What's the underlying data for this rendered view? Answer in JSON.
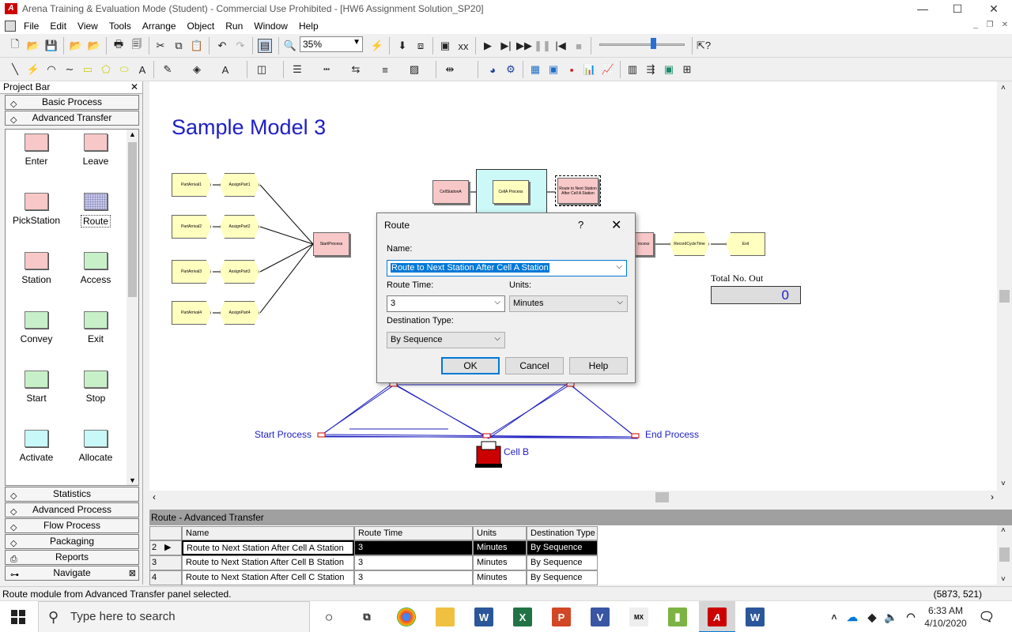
{
  "window": {
    "title": "Arena Training & Evaluation Mode (Student) - Commercial Use Prohibited - [HW6 Assignment Solution_SP20]",
    "app_icon_text": "A",
    "minimize": "—",
    "maximize": "☐",
    "close": "✕"
  },
  "menu": {
    "items": [
      "File",
      "Edit",
      "View",
      "Tools",
      "Arrange",
      "Object",
      "Run",
      "Window",
      "Help"
    ],
    "mdi": [
      "_",
      "❐",
      "✕"
    ]
  },
  "toolbar": {
    "zoom_value": "35%"
  },
  "project_bar": {
    "title": "Project Bar",
    "close": "✕",
    "panels_top": [
      "Basic Process",
      "Advanced Transfer"
    ],
    "modules": [
      {
        "label": "Enter",
        "color": "#f8c8c8"
      },
      {
        "label": "Leave",
        "color": "#f8c8c8"
      },
      {
        "label": "PickStation",
        "color": "#f8c8c8"
      },
      {
        "label": "Route",
        "color": "#c8c8e8"
      },
      {
        "label": "Station",
        "color": "#f8c8c8"
      },
      {
        "label": "Access",
        "color": "#c8f0c8"
      },
      {
        "label": "Convey",
        "color": "#c8f0c8"
      },
      {
        "label": "Exit",
        "color": "#c8f0c8"
      },
      {
        "label": "Start",
        "color": "#c8f0c8"
      },
      {
        "label": "Stop",
        "color": "#c8f0c8"
      },
      {
        "label": "Activate",
        "color": "#c8f8f8"
      },
      {
        "label": "Allocate",
        "color": "#c8f8f8"
      }
    ],
    "panels_bottom": [
      "Statistics",
      "Advanced Process",
      "Flow Process",
      "Packaging",
      "Reports",
      "Navigate"
    ]
  },
  "canvas": {
    "title": "Sample Model 3",
    "flow_modules": {
      "arrivals": [
        "PartArrival1",
        "PartArrival2",
        "PartArrival3",
        "PartArrival4"
      ],
      "assigns": [
        "AssignPart1",
        "AssignPart2",
        "AssignPart3",
        "AssignPart4"
      ],
      "start_process": "StartProcess",
      "cell_station_a": "CellStationA",
      "cell_a_process": "CellA Process",
      "route_next": "Route to Next Station After Cell A Station",
      "process_partial": "rocess",
      "record_cycle": "RecordCycleTime",
      "exit": "Exit"
    },
    "labels": {
      "start_process": "Start Process",
      "end_process": "End Process",
      "cell_b": "Cell B",
      "total_out_label": "Total No. Out",
      "total_out_value": "0"
    }
  },
  "route_dialog": {
    "title": "Route",
    "help_glyph": "?",
    "close_glyph": "✕",
    "name_label": "Name:",
    "name_value": "Route to Next Station After Cell A Station",
    "route_time_label": "Route Time:",
    "route_time_value": "3",
    "units_label": "Units:",
    "units_value": "Minutes",
    "dest_type_label": "Destination Type:",
    "dest_type_value": "By Sequence",
    "ok": "OK",
    "cancel": "Cancel",
    "help": "Help"
  },
  "spreadsheet": {
    "title": "Route - Advanced Transfer",
    "columns": [
      "Name",
      "Route Time",
      "Units",
      "Destination Type"
    ],
    "rows": [
      {
        "num": "2",
        "name": "Route to Next Station After Cell A Station",
        "time": "3",
        "units": "Minutes",
        "dest": "By Sequence"
      },
      {
        "num": "3",
        "name": "Route to Next Station After Cell B Station",
        "time": "3",
        "units": "Minutes",
        "dest": "By Sequence"
      },
      {
        "num": "4",
        "name": "Route to Next Station After Cell C Station",
        "time": "3",
        "units": "Minutes",
        "dest": "By Sequence"
      }
    ]
  },
  "status": {
    "message": "Route module from Advanced Transfer panel selected.",
    "coords": "(5873, 521)"
  },
  "taskbar": {
    "search_placeholder": "Type here to search",
    "time": "6:33 AM",
    "date": "4/10/2020"
  }
}
